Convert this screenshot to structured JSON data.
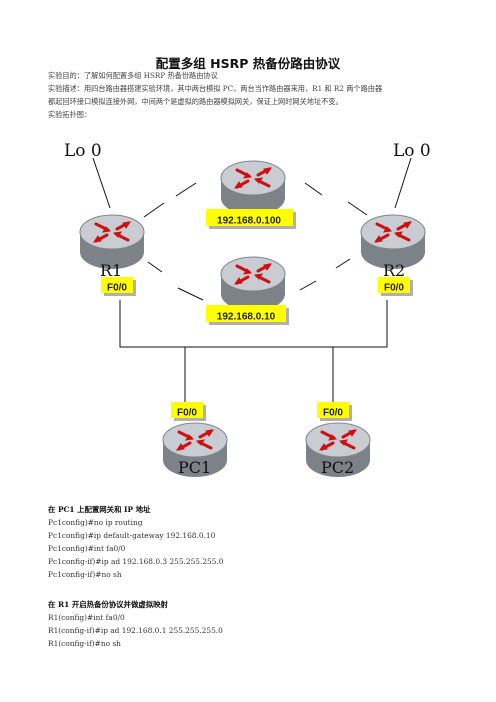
{
  "doc": {
    "title": "配置多组 HSRP 热备份路由协议",
    "purpose": "实验目的：了解如何配置多组 HSRP 热备份路由协议",
    "desc_line1": "实验描述：用四台路由器搭建实验环境，其中两台模拟 PC，两台当作路由器来用，R1 和 R2 两个路由器",
    "desc_line2": "都起回环接口模拟连接外网，中间两个是虚拟的路由器模拟网关，保证上网时网关地址不变。",
    "topo_label": "实验拓扑图："
  },
  "topology": {
    "lo_left": "Lo 0",
    "lo_right": "Lo 0",
    "r1": "R1",
    "r2": "R2",
    "pc1": "PC1",
    "pc2": "PC2",
    "vip_top": "192.168.0.100",
    "vip_mid": "192.168.0.10",
    "r1_port": "F0/0",
    "r2_port": "F0/0",
    "pc1_port": "F0/0",
    "pc2_port": "F0/0",
    "colors": {
      "router_body": "#c8ccd2",
      "router_dark": "#6a6e74",
      "arrow": "#cc1111",
      "label_bg": "#ffff00",
      "label_shadow": "#b0b0b0"
    }
  },
  "sections": [
    {
      "heading": "在 PC1 上配置网关和 IP 地址",
      "lines": [
        "Pc1config)#no ip routing",
        "Pc1config)#ip default-gateway 192.168.0.10",
        "Pc1config)#int fa0/0",
        "Pc1config-if)#ip ad 192.168.0.3 255.255.255.0",
        "Pc1config-if)#no sh"
      ]
    },
    {
      "heading": "在 R1 开启热备份协议并做虚拟映射",
      "lines": [
        "R1(config)#int fa0/0",
        "R1(config-if)#ip ad 192.168.0.1 255.255.255.0",
        "R1(config-if)#no sh"
      ]
    }
  ]
}
